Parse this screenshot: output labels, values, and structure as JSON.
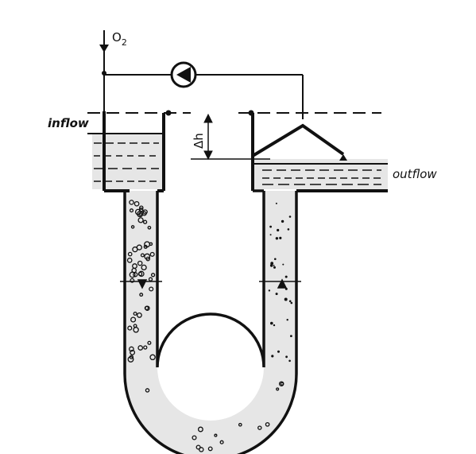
{
  "labels": {
    "oxygen": "O",
    "oxygen_subscript": "2",
    "inflow": "inflow",
    "outflow": "outflow",
    "delta_h": "Δh"
  },
  "icons": [
    "pump-icon",
    "flow-arrow-icon"
  ],
  "colors": {
    "ink": "#111111",
    "liquid": "#e6e6e6",
    "background": "#ffffff"
  }
}
